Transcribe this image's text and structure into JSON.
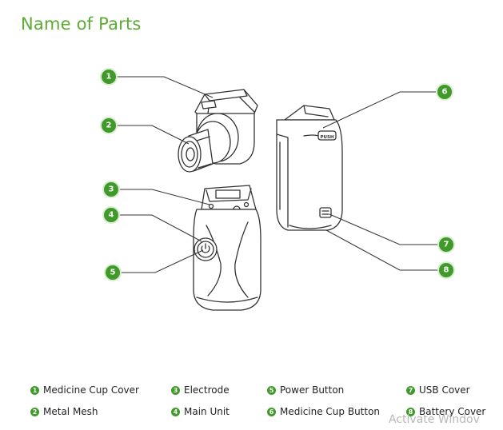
{
  "title": "Name of Parts",
  "callouts": [
    "1",
    "2",
    "3",
    "4",
    "5",
    "6",
    "7",
    "8"
  ],
  "parts": [
    {
      "num": "1",
      "label": "Medicine Cup Cover"
    },
    {
      "num": "2",
      "label": "Metal Mesh"
    },
    {
      "num": "3",
      "label": "Electrode"
    },
    {
      "num": "4",
      "label": "Main Unit"
    },
    {
      "num": "5",
      "label": "Power Button"
    },
    {
      "num": "6",
      "label": "Medicine Cup Button"
    },
    {
      "num": "7",
      "label": "USB Cover"
    },
    {
      "num": "8",
      "label": "Battery Cover"
    }
  ],
  "device": {
    "button_text": "PUSH"
  },
  "watermark": "Activate Windov",
  "colors": {
    "accent": "#3f9a2a",
    "title": "#5daa33",
    "line": "#333333"
  }
}
